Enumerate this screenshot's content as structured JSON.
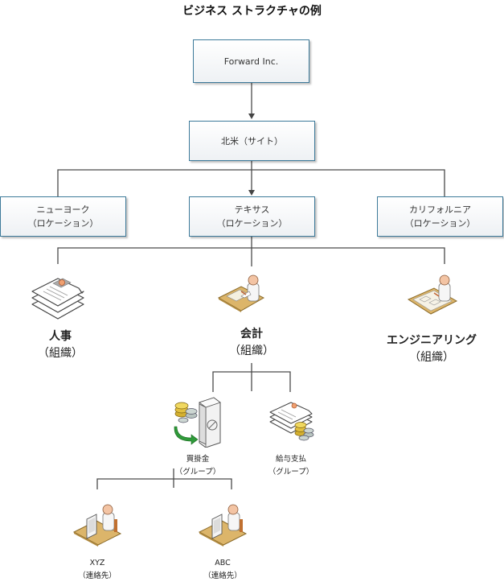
{
  "title": "ビジネス ストラクチャの例",
  "nodes": {
    "company": {
      "label": "Forward Inc."
    },
    "region": {
      "label": "北米（サイト）"
    },
    "locations": [
      {
        "name": "ニューヨーク",
        "type": "（ロケーション）"
      },
      {
        "name": "テキサス",
        "type": "（ロケーション）"
      },
      {
        "name": "カリフォルニア",
        "type": "（ロケーション）"
      }
    ],
    "organizations": [
      {
        "name": "人事",
        "type": "（組織）",
        "icon": "documents-pin-icon"
      },
      {
        "name": "会計",
        "type": "（組織）",
        "icon": "person-at-desk-icon"
      },
      {
        "name": "エンジニアリング",
        "type": "（組織）",
        "icon": "engineer-at-drafting-table-icon"
      }
    ],
    "groups": [
      {
        "name": "買掛金",
        "type": "（グループ）",
        "icon": "coins-safe-icon"
      },
      {
        "name": "給与支払",
        "type": "（グループ）",
        "icon": "documents-coins-icon"
      }
    ],
    "contacts": [
      {
        "name": "XYZ",
        "type": "（連絡先）",
        "icon": "person-at-computer-icon"
      },
      {
        "name": "ABC",
        "type": "（連絡先）",
        "icon": "person-at-computer-icon"
      }
    ]
  },
  "colors": {
    "box_border": "#3d7a9a",
    "connector": "#4a4a4a",
    "desk": "#d9b46a",
    "coin_gold": "#e2c040",
    "arrow_green": "#2f9a3a"
  }
}
